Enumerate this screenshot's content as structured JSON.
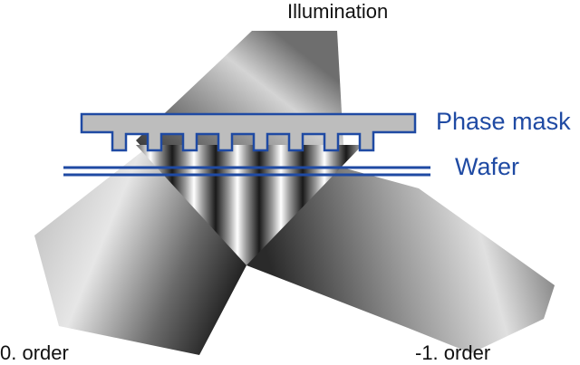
{
  "labels": {
    "illumination": "Illumination",
    "phase_mask": "Phase mask",
    "wafer": "Wafer",
    "zero_order": "0. order",
    "minus_one_order": "-1. order"
  },
  "colors": {
    "mask_fill": "#bdbdbd",
    "outline_blue": "#1f4aa3",
    "beam_dark": "#1a1a1a",
    "beam_light": "#d9d9d9"
  }
}
